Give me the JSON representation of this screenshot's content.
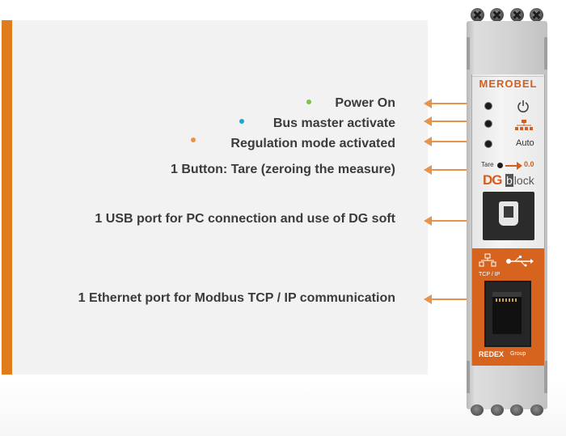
{
  "callouts": [
    {
      "label": "Power On",
      "dot_color": "#7ec14b"
    },
    {
      "label": "Bus master activate",
      "dot_color": "#1ea3da"
    },
    {
      "label": "Regulation mode activated",
      "dot_color": "#e8934a"
    },
    {
      "label": "1 Button: Tare (zeroing the measure)"
    },
    {
      "label": "1 USB port for PC connection and use of DG soft"
    },
    {
      "label": "1 Ethernet port for Modbus TCP / IP communication"
    }
  ],
  "colors": {
    "accent": "#e07c1b",
    "arrow": "#e8934a",
    "device_orange": "#d6641f"
  },
  "device": {
    "brand": "MEROBEL",
    "auto_label": "Auto",
    "tare_label": "Tare",
    "tare_value": "0.0",
    "product_dg": "DG",
    "product_b": "b",
    "product_rest": "lock",
    "port_label": "TCP / IP",
    "maker": "REDEX",
    "maker_suffix": "Group",
    "icons": [
      "power-icon",
      "network-icon",
      "usb-icon"
    ]
  }
}
